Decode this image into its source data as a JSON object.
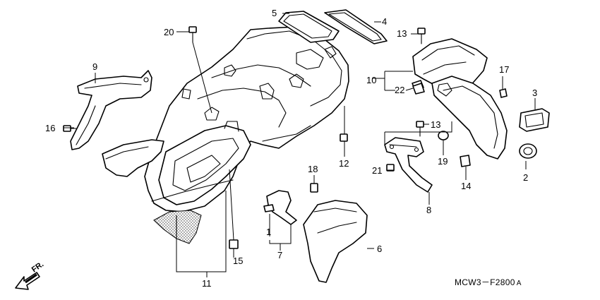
{
  "callouts": {
    "c1": "1",
    "c2": "2",
    "c3": "3",
    "c4": "4",
    "c5": "5",
    "c6": "6",
    "c7": "7",
    "c8": "8",
    "c9": "9",
    "c10": "10",
    "c11": "11",
    "c12": "12",
    "c13a": "13",
    "c13b": "13",
    "c14": "14",
    "c15": "15",
    "c16": "16",
    "c17": "17",
    "c18": "18",
    "c19": "19",
    "c20": "20",
    "c21": "21",
    "c22": "22"
  },
  "direction_label": "FR.",
  "diagram_code": "MCW3－F2800",
  "diagram_code_suffix": "A"
}
